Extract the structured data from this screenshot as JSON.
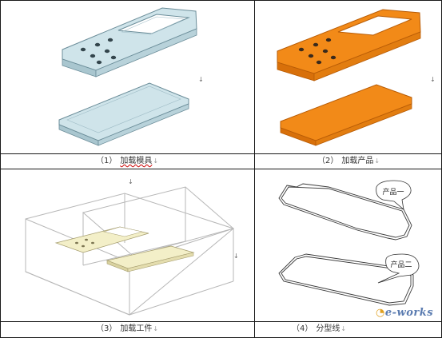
{
  "captions": [
    {
      "num": "（1）",
      "label": "加载模具"
    },
    {
      "num": "（2）",
      "label": "加载产品"
    },
    {
      "num": "（3）",
      "label": "加载工件"
    },
    {
      "num": "（4）",
      "label": "分型线"
    }
  ],
  "caption_mark": "↓",
  "callouts": {
    "product_one": "产品一",
    "product_two": "产品二"
  },
  "watermark": "e-works",
  "colors": {
    "mold_fill": "#cfe4ea",
    "mold_edge": "#6b8d99",
    "product_fill": "#f28a18",
    "product_edge": "#b85c06",
    "workpiece_box": "#b7b7b7",
    "part_fill": "#f3efc8",
    "grid_line": "#1a1a1a"
  }
}
